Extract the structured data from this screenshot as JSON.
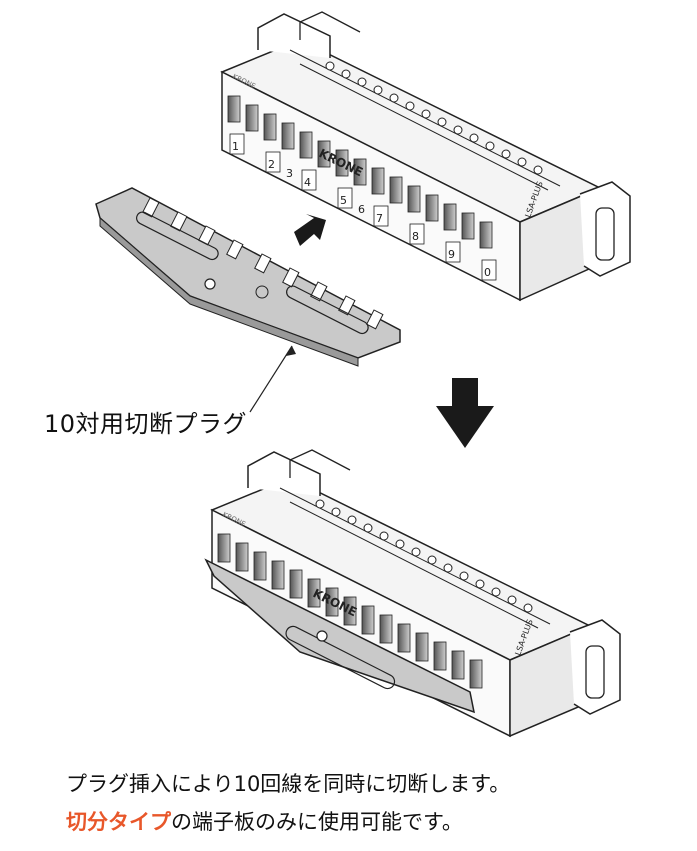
{
  "callout_label": "10対用切断プラグ",
  "caption": {
    "line1": "プラグ挿入により10回線を同時に切断します。",
    "line2_highlight": "切分タイプ",
    "line2_rest": "の端子板のみに使用可能です。"
  },
  "block_brand": "KRONE",
  "block_model": "LSA-PLUS",
  "terminal_numbers": [
    "1",
    "2",
    "3",
    "4",
    "5",
    "6",
    "7",
    "8",
    "9",
    "0"
  ],
  "colors": {
    "accent": "#e8572a",
    "plug_fill": "#c9c9c9",
    "outline": "#222222",
    "block_fill": "#f4f4f4"
  }
}
